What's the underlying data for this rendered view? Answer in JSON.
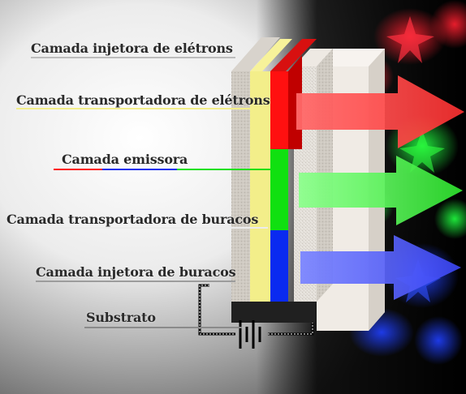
{
  "diagram": {
    "layers": [
      {
        "id": "electron-injection",
        "label": "Camada injetora de elétrons"
      },
      {
        "id": "electron-transport",
        "label": "Camada transportadora de elétrons"
      },
      {
        "id": "emissive",
        "label": "Camada emissora"
      },
      {
        "id": "hole-transport",
        "label": "Camada transportadora de buracos"
      },
      {
        "id": "hole-injection",
        "label": "Camada injetora de buracos"
      },
      {
        "id": "substrate",
        "label": "Substrato"
      }
    ],
    "emission_colors": {
      "red": "#ff2a2a",
      "green": "#19e020",
      "blue": "#1630f0"
    },
    "layer_colors": {
      "electron_transport": "#f3ee8a",
      "emissive_top": "#ff1010",
      "emissive_mid": "#10e010",
      "emissive_bottom": "#0a2af0"
    },
    "icons": [
      "battery-icon",
      "light-arrow-red-icon",
      "light-arrow-green-icon",
      "light-arrow-blue-icon"
    ]
  }
}
